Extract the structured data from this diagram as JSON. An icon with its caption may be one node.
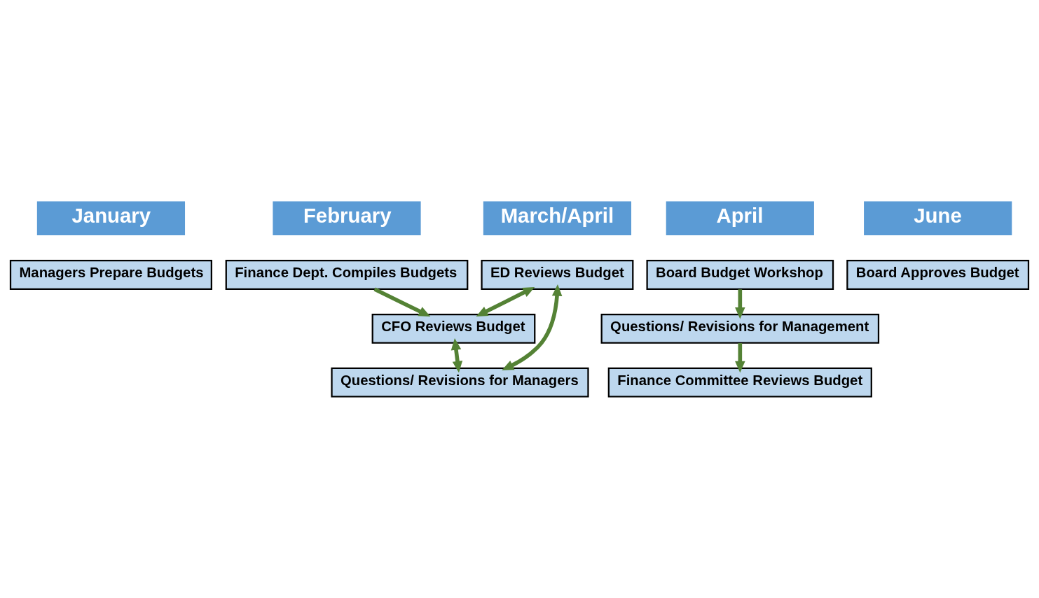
{
  "diagram": {
    "nodes": [
      {
        "text": [
          "January"
        ]
      },
      {
        "text": [
          "February"
        ]
      },
      {
        "text": [
          "March/April"
        ]
      },
      {
        "text": [
          "April"
        ]
      },
      {
        "text": [
          "June"
        ]
      },
      {
        "text": [
          "Managers Prepare Budgets"
        ]
      },
      {
        "text": [
          "Finance Dept. Compiles Budgets"
        ]
      },
      {
        "text": [
          "ED Reviews Budget"
        ]
      },
      {
        "text": [
          "Board Budget Workshop"
        ]
      },
      {
        "text": [
          "Board Approves Budget"
        ]
      },
      {
        "text": [
          "CFO Reviews Budget"
        ]
      },
      {
        "text": [
          "Questions/ Revisions for Managers"
        ]
      },
      {
        "text": [
          "Questions/ Revisions for Management"
        ]
      },
      {
        "text": [
          "Finance Committee Reviews Budget"
        ]
      }
    ],
    "edges": [
      {
        "from": 6,
        "to": 10,
        "arrow": "to"
      },
      {
        "from": 10,
        "to": 11,
        "arrow": "both"
      },
      {
        "from": 7,
        "to": 10,
        "arrow": "both"
      },
      {
        "from": 7,
        "to": 11,
        "arrow": "both"
      },
      {
        "from": 8,
        "to": 12,
        "arrow": "to"
      },
      {
        "from": 12,
        "to": 13,
        "arrow": "to"
      }
    ]
  }
}
